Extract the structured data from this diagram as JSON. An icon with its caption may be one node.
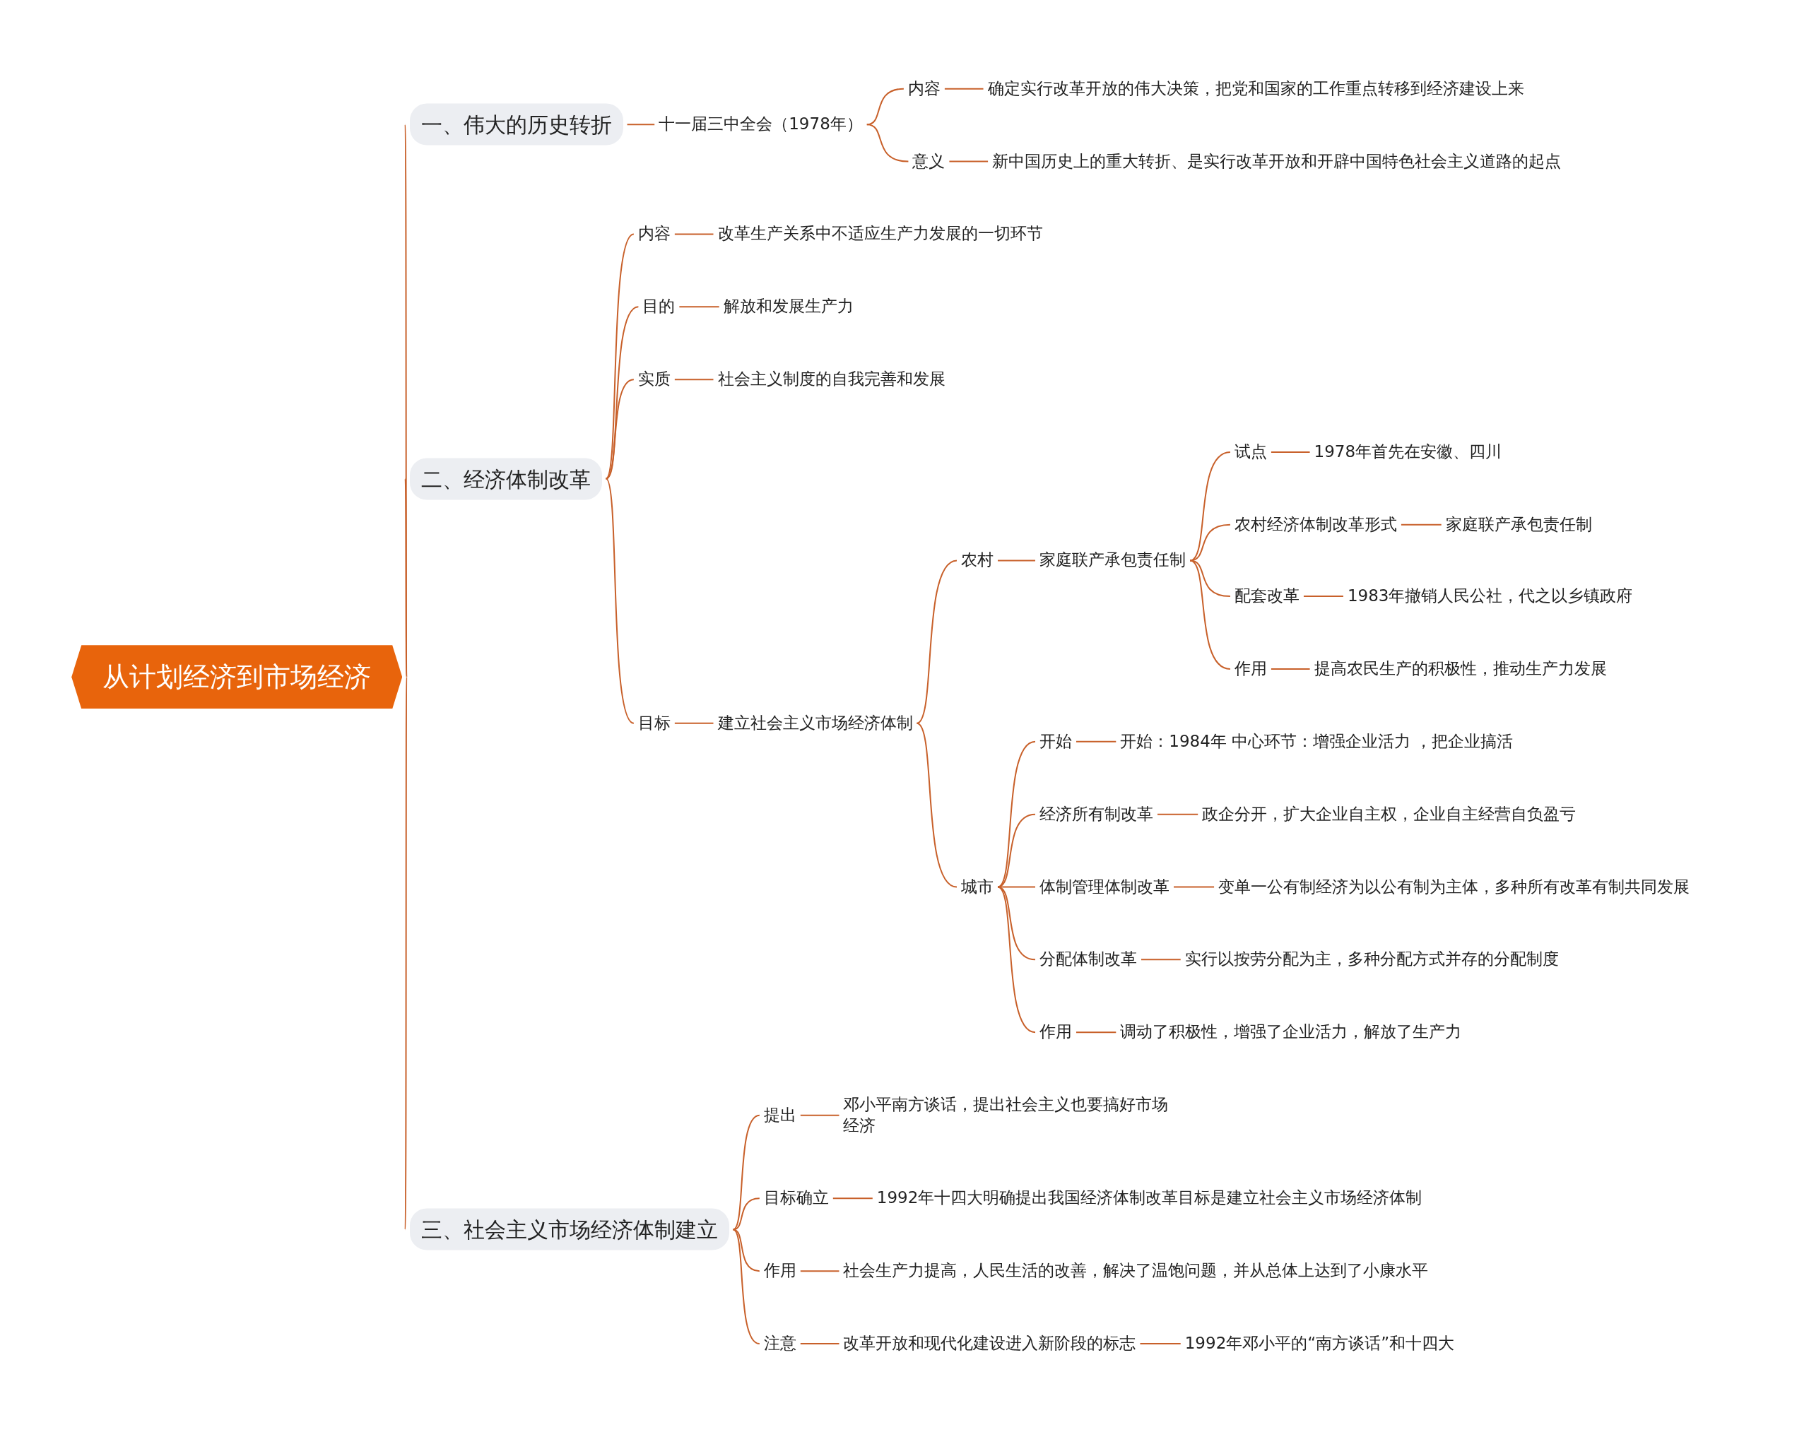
{
  "diagram": {
    "nodes": [
      {
        "text": [
          "从计划经济到市场经济"
        ]
      },
      {
        "text": [
          "一、伟大的历史转折"
        ]
      },
      {
        "text": [
          "十一届三中全会（1978年）"
        ]
      },
      {
        "text": [
          "内容"
        ]
      },
      {
        "text": [
          "确定实行改革开放的伟大决策，把党和国家的工作重点转移到经济建设上来"
        ]
      },
      {
        "text": [
          "意义"
        ]
      },
      {
        "text": [
          "新中国历史上的重大转折、是实行改革开放和开辟中国特色社会主义道路的起点"
        ]
      },
      {
        "text": [
          "二、经济体制改革"
        ]
      },
      {
        "text": [
          "内容"
        ]
      },
      {
        "text": [
          "改革生产关系中不适应生产力发展的一切环节"
        ]
      },
      {
        "text": [
          "目的"
        ]
      },
      {
        "text": [
          "解放和发展生产力"
        ]
      },
      {
        "text": [
          "实质"
        ]
      },
      {
        "text": [
          "社会主义制度的自我完善和发展"
        ]
      },
      {
        "text": [
          "目标"
        ]
      },
      {
        "text": [
          "建立社会主义市场经济体制"
        ]
      },
      {
        "text": [
          "农村"
        ]
      },
      {
        "text": [
          "家庭联产承包责任制"
        ]
      },
      {
        "text": [
          "试点"
        ]
      },
      {
        "text": [
          "1978年首先在安徽、四川"
        ]
      },
      {
        "text": [
          "农村经济体制改革形式"
        ]
      },
      {
        "text": [
          "家庭联产承包责任制"
        ]
      },
      {
        "text": [
          "配套改革"
        ]
      },
      {
        "text": [
          "1983年撤销人民公社，代之以乡镇政府"
        ]
      },
      {
        "text": [
          "作用"
        ]
      },
      {
        "text": [
          "提高农民生产的积极性，推动生产力发展"
        ]
      },
      {
        "text": [
          "城市"
        ]
      },
      {
        "text": [
          "开始"
        ]
      },
      {
        "text": [
          "开始：1984年  中心环节：增强企业活力 ，把企业搞活"
        ]
      },
      {
        "text": [
          "经济所有制改革"
        ]
      },
      {
        "text": [
          "政企分开，扩大企业自主权，企业自主经营自负盈亏"
        ]
      },
      {
        "text": [
          "体制管理体制改革"
        ]
      },
      {
        "text": [
          "变单一公有制经济为以公有制为主体，多种所有改革有制共同发展"
        ]
      },
      {
        "text": [
          "分配体制改革"
        ]
      },
      {
        "text": [
          "实行以按劳分配为主，多种分配方式并存的分配制度"
        ]
      },
      {
        "text": [
          "作用"
        ]
      },
      {
        "text": [
          "调动了积极性，增强了企业活力，解放了生产力"
        ]
      },
      {
        "text": [
          "三、社会主义市场经济体制建立"
        ]
      },
      {
        "text": [
          "提出"
        ]
      },
      {
        "text": [
          "邓小平南方谈话，提出社会主义也要搞好市场经济"
        ]
      },
      {
        "text": [
          "目标确立"
        ]
      },
      {
        "text": [
          "1992年十四大明确提出我国经济体制改革目标是建立社会主义市场经济体制"
        ]
      },
      {
        "text": [
          "作用"
        ]
      },
      {
        "text": [
          "社会生产力提高，人民生活的改善，解决了温饱问题，并从总体上达到了小康水平"
        ]
      },
      {
        "text": [
          "注意"
        ]
      },
      {
        "text": [
          "改革开放和现代化建设进入新阶段的标志"
        ]
      },
      {
        "text": [
          "1992年邓小平的“南方谈话”和十四大"
        ]
      }
    ],
    "edges": [
      {
        "from": 0,
        "to": 1,
        "arrow": "none"
      },
      {
        "from": 1,
        "to": 2,
        "arrow": "none"
      },
      {
        "from": 2,
        "to": 3,
        "arrow": "none"
      },
      {
        "from": 3,
        "to": 4,
        "arrow": "none"
      },
      {
        "from": 2,
        "to": 5,
        "arrow": "none"
      },
      {
        "from": 5,
        "to": 6,
        "arrow": "none"
      },
      {
        "from": 0,
        "to": 7,
        "arrow": "none"
      },
      {
        "from": 7,
        "to": 8,
        "arrow": "none"
      },
      {
        "from": 8,
        "to": 9,
        "arrow": "none"
      },
      {
        "from": 7,
        "to": 10,
        "arrow": "none"
      },
      {
        "from": 10,
        "to": 11,
        "arrow": "none"
      },
      {
        "from": 7,
        "to": 12,
        "arrow": "none"
      },
      {
        "from": 12,
        "to": 13,
        "arrow": "none"
      },
      {
        "from": 7,
        "to": 14,
        "arrow": "none"
      },
      {
        "from": 14,
        "to": 15,
        "arrow": "none"
      },
      {
        "from": 15,
        "to": 16,
        "arrow": "none"
      },
      {
        "from": 16,
        "to": 17,
        "arrow": "none"
      },
      {
        "from": 17,
        "to": 18,
        "arrow": "none"
      },
      {
        "from": 18,
        "to": 19,
        "arrow": "none"
      },
      {
        "from": 17,
        "to": 20,
        "arrow": "none"
      },
      {
        "from": 20,
        "to": 21,
        "arrow": "none"
      },
      {
        "from": 17,
        "to": 22,
        "arrow": "none"
      },
      {
        "from": 22,
        "to": 23,
        "arrow": "none"
      },
      {
        "from": 17,
        "to": 24,
        "arrow": "none"
      },
      {
        "from": 24,
        "to": 25,
        "arrow": "none"
      },
      {
        "from": 15,
        "to": 26,
        "arrow": "none"
      },
      {
        "from": 26,
        "to": 27,
        "arrow": "none"
      },
      {
        "from": 27,
        "to": 28,
        "arrow": "none"
      },
      {
        "from": 26,
        "to": 29,
        "arrow": "none"
      },
      {
        "from": 29,
        "to": 30,
        "arrow": "none"
      },
      {
        "from": 26,
        "to": 31,
        "arrow": "none"
      },
      {
        "from": 31,
        "to": 32,
        "arrow": "none"
      },
      {
        "from": 26,
        "to": 33,
        "arrow": "none"
      },
      {
        "from": 33,
        "to": 34,
        "arrow": "none"
      },
      {
        "from": 26,
        "to": 35,
        "arrow": "none"
      },
      {
        "from": 35,
        "to": 36,
        "arrow": "none"
      },
      {
        "from": 0,
        "to": 37,
        "arrow": "none"
      },
      {
        "from": 37,
        "to": 38,
        "arrow": "none"
      },
      {
        "from": 38,
        "to": 39,
        "arrow": "none"
      },
      {
        "from": 37,
        "to": 40,
        "arrow": "none"
      },
      {
        "from": 40,
        "to": 41,
        "arrow": "none"
      },
      {
        "from": 37,
        "to": 42,
        "arrow": "none"
      },
      {
        "from": 42,
        "to": 43,
        "arrow": "none"
      },
      {
        "from": 37,
        "to": 44,
        "arrow": "none"
      },
      {
        "from": 44,
        "to": 45,
        "arrow": "none"
      },
      {
        "from": 45,
        "to": 46,
        "arrow": "none"
      }
    ]
  }
}
